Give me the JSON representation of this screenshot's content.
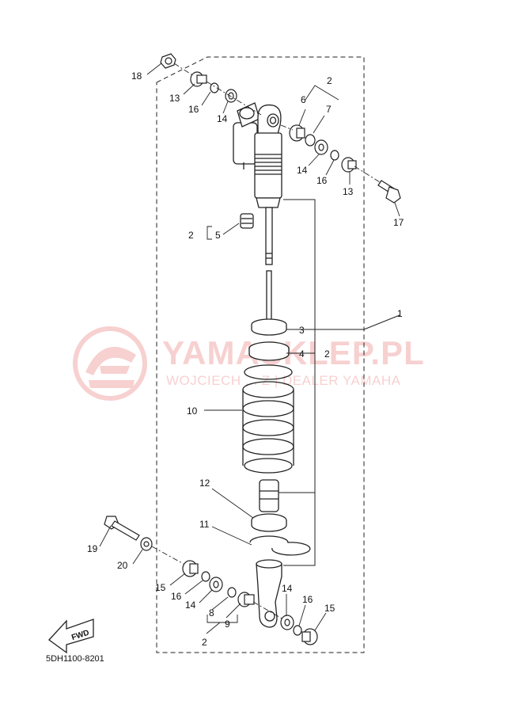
{
  "diagram": {
    "code": "5DH1100-8201",
    "fwd_label": "FWD",
    "watermark": {
      "brand": "YAMASKLEP.PL",
      "tagline": "WOJCIECH ... Z | DEALER YAMAHA",
      "color": "#e87070"
    },
    "callouts": [
      "1",
      "2",
      "2",
      "2",
      "2",
      "3",
      "4",
      "5",
      "6",
      "7",
      "8",
      "9",
      "10",
      "11",
      "12",
      "13",
      "13",
      "14",
      "14",
      "14",
      "14",
      "15",
      "15",
      "16",
      "16",
      "16",
      "16",
      "17",
      "18",
      "19",
      "20"
    ]
  }
}
